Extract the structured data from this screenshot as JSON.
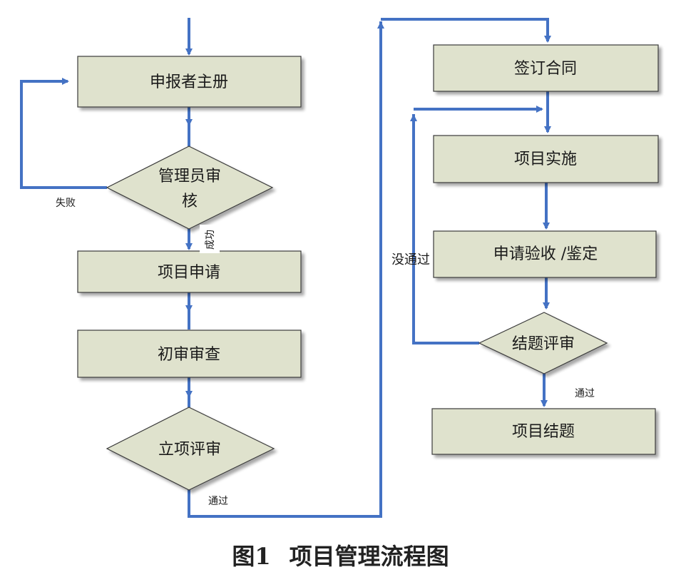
{
  "nodes": {
    "register": "申报者主册",
    "admin_review_line1": "管理员审",
    "admin_review_line2": "核",
    "project_apply": "项目申请",
    "initial_review": "初审审查",
    "project_review": "立项评审",
    "sign_contract": "签订合同",
    "project_implement": "项目实施",
    "acceptance": "申请验收 /鉴定",
    "closing_review": "结题评审",
    "project_close": "项目结题"
  },
  "edges": {
    "fail": "失败",
    "success": "成功",
    "passed_1": "通过",
    "not_passed": "没通过",
    "passed_2": "通过"
  },
  "caption": {
    "figure": "图1",
    "title": "项目管理流程图"
  },
  "colors": {
    "box_fill": "#dfe2cd",
    "box_border": "#3a3a3a",
    "arrow": "#4472c4"
  }
}
